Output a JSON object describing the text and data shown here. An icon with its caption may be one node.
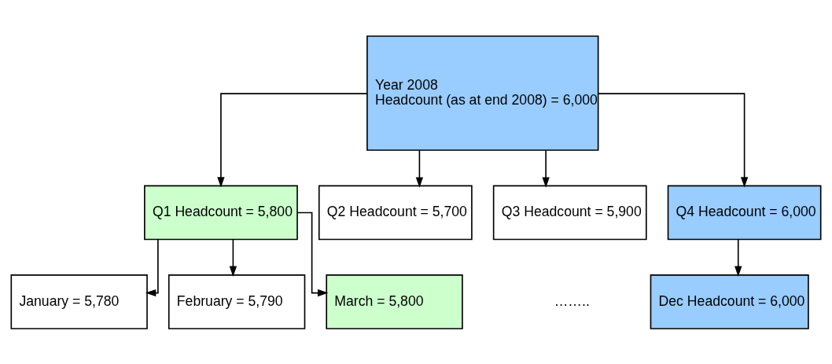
{
  "diagram": {
    "nodes": [
      {
        "text": [
          "Year 2008",
          "Headcount (as at end 2008) = 6,000"
        ]
      },
      {
        "text": [
          "Q1 Headcount = 5,800"
        ]
      },
      {
        "text": [
          "Q2 Headcount = 5,700"
        ]
      },
      {
        "text": [
          "Q3 Headcount = 5,900"
        ]
      },
      {
        "text": [
          "Q4 Headcount = 6,000"
        ]
      },
      {
        "text": [
          "January = 5,780"
        ]
      },
      {
        "text": [
          "February = 5,790"
        ]
      },
      {
        "text": [
          "March = 5,800"
        ]
      },
      {
        "text": [
          "Dec Headcount = 6,000"
        ]
      }
    ],
    "edges": [
      {
        "from": 0,
        "to": 1,
        "arrow": "to"
      },
      {
        "from": 0,
        "to": 2,
        "arrow": "to"
      },
      {
        "from": 0,
        "to": 3,
        "arrow": "to"
      },
      {
        "from": 0,
        "to": 4,
        "arrow": "to"
      },
      {
        "from": 1,
        "to": 5,
        "arrow": "to"
      },
      {
        "from": 1,
        "to": 6,
        "arrow": "to"
      },
      {
        "from": 1,
        "to": 7,
        "arrow": "to"
      },
      {
        "from": 4,
        "to": 8,
        "arrow": "to"
      }
    ],
    "labels": [
      "…….."
    ]
  }
}
